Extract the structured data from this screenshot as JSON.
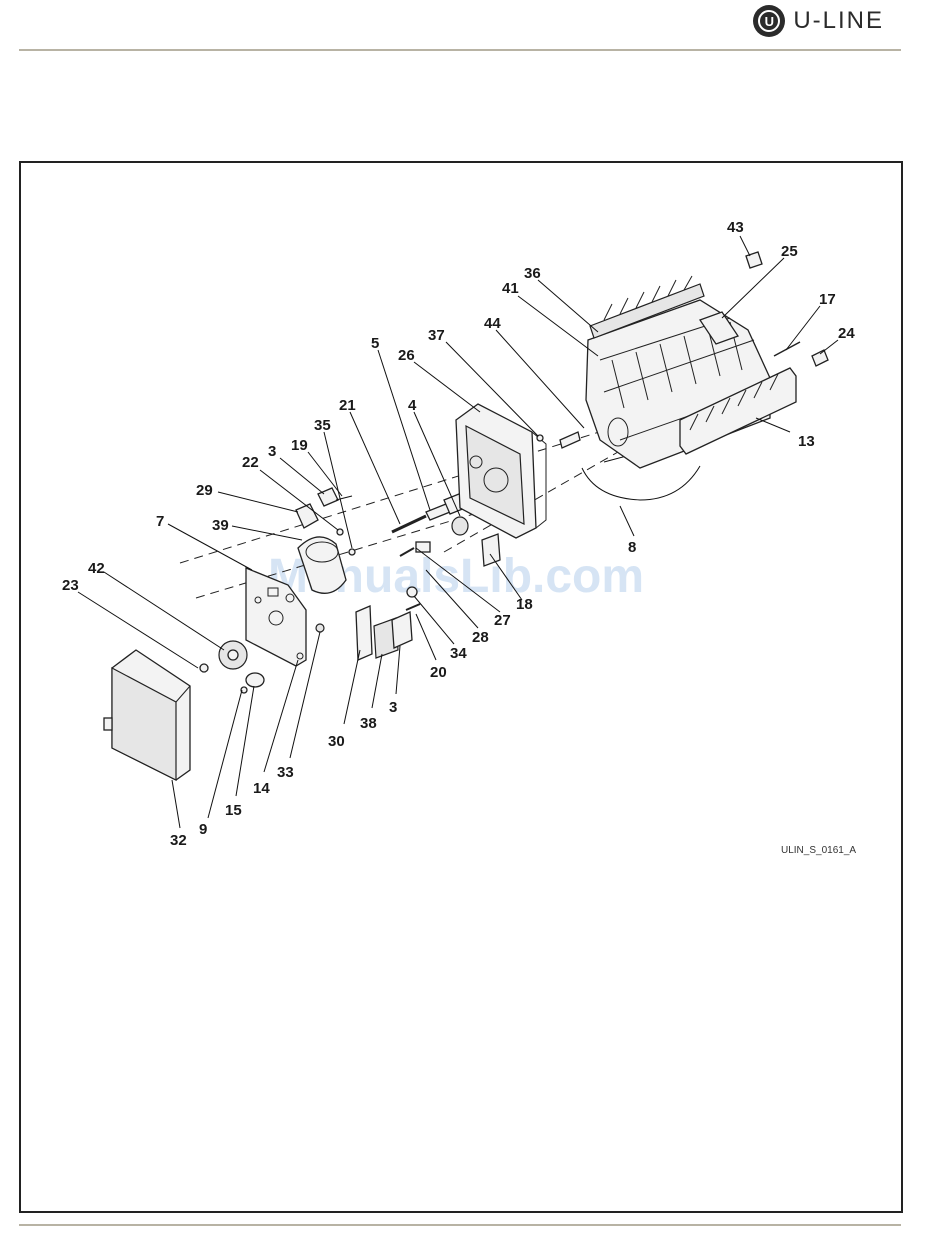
{
  "header": {
    "brand_mark": "U",
    "brand_name": "U-LINE"
  },
  "diagram": {
    "watermark": "ManualsLib.com",
    "drawing_code": "ULIN_S_0161_A",
    "callouts": [
      "43",
      "25",
      "36",
      "41",
      "17",
      "24",
      "44",
      "37",
      "5",
      "26",
      "21",
      "35",
      "4",
      "13",
      "19",
      "3",
      "22",
      "29",
      "7",
      "39",
      "8",
      "18",
      "42",
      "23",
      "27",
      "28",
      "34",
      "20",
      "30",
      "38",
      "3",
      "33",
      "14",
      "9",
      "15",
      "32"
    ]
  }
}
